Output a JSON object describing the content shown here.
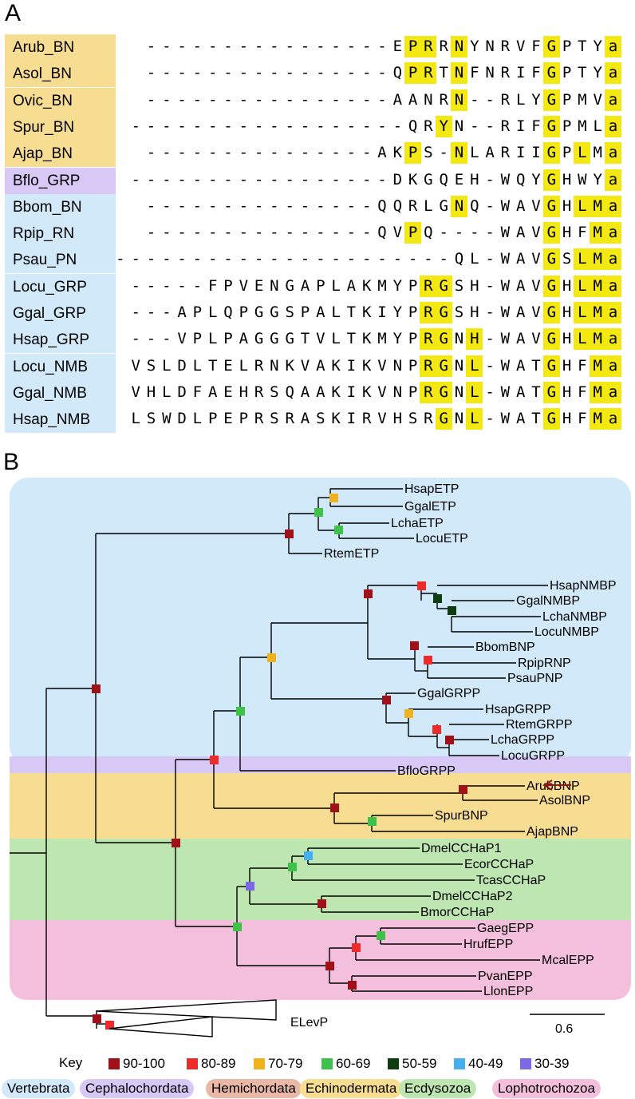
{
  "panel_a": {
    "label": "A",
    "rows": [
      {
        "name": "Arub_BN",
        "group": "echinodermata",
        "seq": "----------------EPRRNYNRVFGPTYa",
        "hl": [
          17,
          18,
          20,
          26,
          30
        ]
      },
      {
        "name": "Asol_BN",
        "group": "echinodermata",
        "seq": "----------------QPRTNFNRIFGPTYa",
        "hl": [
          17,
          18,
          20,
          26,
          30
        ]
      },
      {
        "name": "Ovic_BN",
        "group": "echinodermata",
        "seq": "----------------AANRN--RLYGPMVa",
        "hl": [
          20,
          26,
          30
        ]
      },
      {
        "name": "Spur_BN",
        "group": "echinodermata",
        "seq": "------------------QRYN--RIFGPMLa",
        "hl": [
          19,
          26,
          30
        ]
      },
      {
        "name": "Ajap_BN",
        "group": "echinodermata",
        "seq": "---------------AKPS-NLARIIGPLMa",
        "hl": [
          17,
          20,
          26,
          28,
          30
        ]
      },
      {
        "name": "Bflo_GRP",
        "group": "cephalochordata",
        "seq": "-----------------DKGQEH-WQYGHWYa",
        "hl": [
          26,
          30
        ]
      },
      {
        "name": "Bbom_BN",
        "group": "vertebrata",
        "seq": "---------------QQRLGNQ-WAVGHLMa",
        "hl": [
          20,
          26,
          28,
          29,
          30
        ]
      },
      {
        "name": "Rpip_RN",
        "group": "vertebrata",
        "seq": "---------------QVPQ----WAVGHFMa",
        "hl": [
          17,
          26,
          29,
          30
        ]
      },
      {
        "name": "Psau_PN",
        "group": "vertebrata",
        "seq": "----------------------QL-WAVGSLMa",
        "hl": [
          26,
          28,
          29,
          30
        ]
      },
      {
        "name": "Locu_GRP",
        "group": "vertebrata",
        "seq": "-----FPVENGAPLAKMYPRGSH-WAVGHLMa",
        "hl": [
          18,
          19,
          26,
          28,
          29,
          30
        ]
      },
      {
        "name": "Ggal_GRP",
        "group": "vertebrata",
        "seq": "---APLQPGGSPALTKIYPRGSH-WAVGHLMa",
        "hl": [
          18,
          19,
          26,
          28,
          29,
          30
        ]
      },
      {
        "name": "Hsap_GRP",
        "group": "vertebrata",
        "seq": "---VPLPAGGGTVLTKMYPRGNH-WAVGHLMa",
        "hl": [
          18,
          19,
          21,
          26,
          28,
          29,
          30
        ]
      },
      {
        "name": "Locu_NMB",
        "group": "vertebrata",
        "seq": "VSLDLTELRNKVAKIKVNPRGNL-WATGHFMa",
        "hl": [
          18,
          19,
          21,
          26,
          29,
          30
        ]
      },
      {
        "name": "Ggal_NMB",
        "group": "vertebrata",
        "seq": "VHLDFAEHRSQAAKIKVNPRGNL-WATGHFMa",
        "hl": [
          18,
          19,
          21,
          26,
          29,
          30
        ]
      },
      {
        "name": "Hsap_NMB",
        "group": "vertebrata",
        "seq": "LSWDLPEPRSRASKIRVHSRGNL-WATGHFMa",
        "hl": [
          19,
          21,
          26,
          29,
          30
        ]
      }
    ]
  },
  "panel_b": {
    "label": "B",
    "tips": [
      "HsapETP",
      "GgalETP",
      "LchaETP",
      "LocuETP",
      "RtemETP",
      "HsapNMBP",
      "GgalNMBP",
      "LchaNMBP",
      "LocuNMBP",
      "BbomBNP",
      "RpipRNP",
      "PsauPNP",
      "GgalGRPP",
      "HsapGRPP",
      "RtemGRPP",
      "LchaGRPP",
      "LocuGRPP",
      "BfloGRPP",
      "ArubBNP",
      "AsolBNP",
      "SpurBNP",
      "AjapBNP",
      "DmelCCHaP1",
      "EcorCCHaP",
      "TcasCCHaP",
      "DmelCCHaP2",
      "BmorCCHaP",
      "GaegEPP",
      "HrufEPP",
      "McalEPP",
      "PvanEPP",
      "LlonEPP"
    ],
    "outgroup": "ELevP",
    "scale_label": "0.6",
    "highlight_arrow_target": "ArubBNP"
  },
  "key": {
    "title": "Key",
    "items": [
      {
        "label": "90-100",
        "color": "#a01018"
      },
      {
        "label": "80-89",
        "color": "#ee2a2a"
      },
      {
        "label": "70-79",
        "color": "#f0b21e"
      },
      {
        "label": "60-69",
        "color": "#3ec24a"
      },
      {
        "label": "50-59",
        "color": "#0e3d12"
      },
      {
        "label": "40-49",
        "color": "#46aff2"
      },
      {
        "label": "30-39",
        "color": "#7a6ae8"
      }
    ]
  },
  "taxa": [
    {
      "label": "Vertebrata",
      "color": "#d1e9f9"
    },
    {
      "label": "Cephalochordata",
      "color": "#d8c8f6"
    },
    {
      "label": "Hemichordata",
      "color": "#e9b8a6"
    },
    {
      "label": "Echinodermata",
      "color": "#f7dd91"
    },
    {
      "label": "Ecdysozoa",
      "color": "#bee6b0"
    },
    {
      "label": "Lophotrochozoa",
      "color": "#f4bfdc"
    }
  ]
}
